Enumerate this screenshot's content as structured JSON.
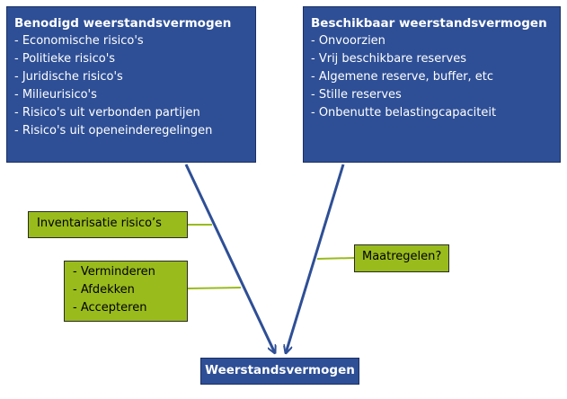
{
  "required_capacity": {
    "title": "Benodigd weerstandsvermogen",
    "items": [
      "Economische risico's",
      "Politieke risico's",
      "Juridische risico's",
      "Milieurisico's",
      "Risico's uit verbonden partijen",
      "Risico's uit openeinderegelingen"
    ]
  },
  "available_capacity": {
    "title": "Beschikbaar weerstandsvermogen",
    "items": [
      "Onvoorzien",
      "Vrij beschikbare reserves",
      "Algemene reserve, buffer, etc",
      "Stille reserves",
      "Onbenutte belastingcapaciteit"
    ]
  },
  "inventory_label": "Inventarisatie risico’s",
  "risk_actions": [
    "Verminderen",
    "Afdekken",
    "Accepteren"
  ],
  "measures_label": "Maatregelen?",
  "result_label": "Weerstandsvermogen",
  "colors": {
    "blue_box": "#2e4f96",
    "green_box": "#99bb1c",
    "arrow": "#2e4f96",
    "connector": "#99bb1c"
  }
}
